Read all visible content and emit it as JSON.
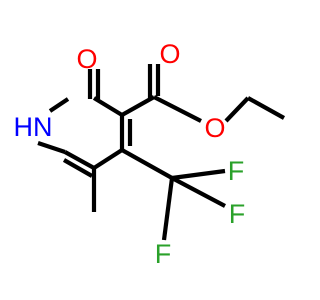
{
  "colors": {
    "bond": "#000000",
    "oxygen": "#ff0000",
    "nitrogen": "#0000ff",
    "fluorine": "#2aa12a"
  },
  "atoms": {
    "carbonyl_oxygen": "O",
    "ester_carbonyl_oxygen": "O",
    "ester_ether_oxygen": "O",
    "ring_nitrogen": "HN",
    "fluorine_1": "F",
    "fluorine_2": "F",
    "fluorine_3": "F"
  }
}
